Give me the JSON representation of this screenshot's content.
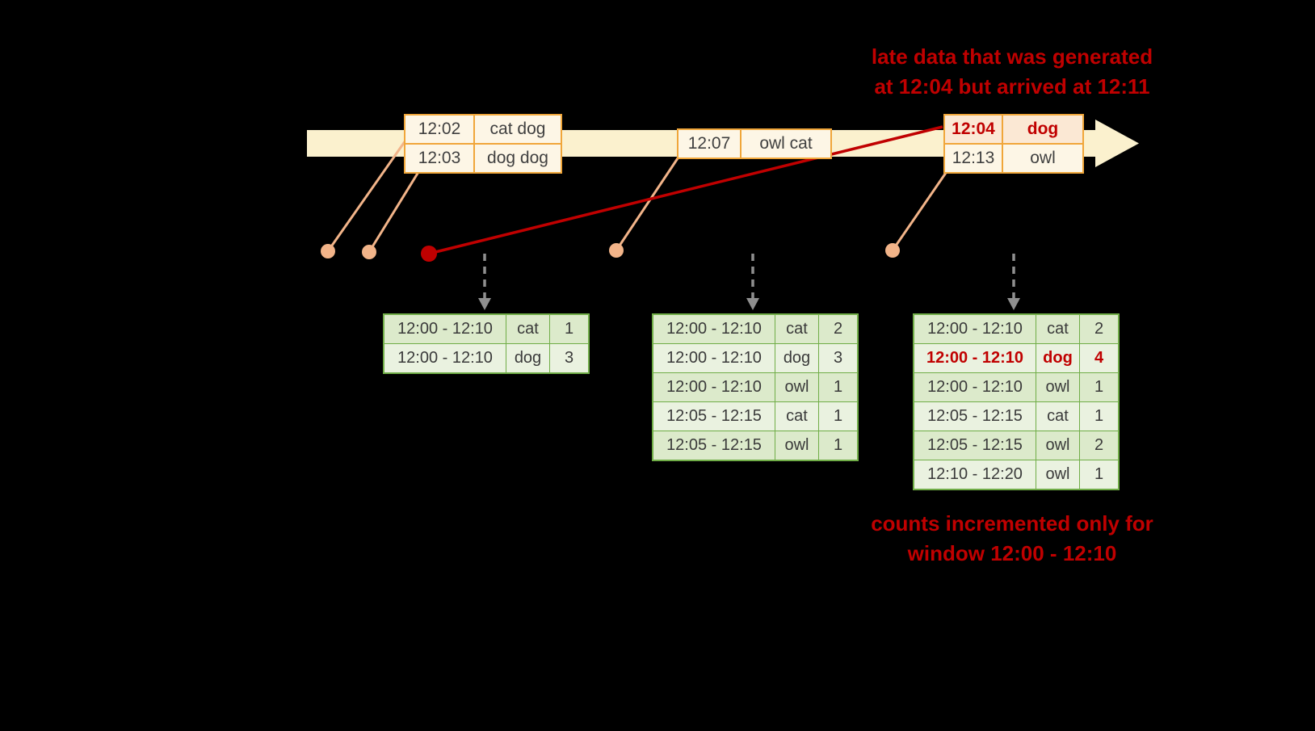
{
  "colors": {
    "background": "#000000",
    "timeline_fill": "#FBF1CE",
    "event_box_border": "#F0A63A",
    "event_box_fill": "#FDF6E6",
    "late_row_fill": "#FBE8D4",
    "connector_salmon": "#F2B489",
    "late_red": "#C00000",
    "trigger_arrow_gray": "#8F8F8F",
    "table_border_green": "#70AD47",
    "table_row_fill_a": "#DCEACB",
    "table_row_fill_b": "#EAF2E0",
    "text_dark": "#404040"
  },
  "annotations": {
    "late_data_line1": "late data that was generated",
    "late_data_line2": "at 12:04 but arrived at 12:11",
    "counts_line1": "counts incremented only for",
    "counts_line2": "window 12:00 - 12:10"
  },
  "event_boxes": [
    {
      "rows": [
        {
          "time": "12:02",
          "words": "cat dog"
        },
        {
          "time": "12:03",
          "words": "dog dog"
        }
      ]
    },
    {
      "rows": [
        {
          "time": "12:07",
          "words": "owl cat"
        }
      ]
    },
    {
      "rows": [
        {
          "time": "12:04",
          "words": "dog",
          "late": true
        },
        {
          "time": "12:13",
          "words": "owl"
        }
      ]
    }
  ],
  "result_tables": [
    {
      "rows": [
        {
          "window": "12:00 - 12:10",
          "word": "cat",
          "count": "1"
        },
        {
          "window": "12:00 - 12:10",
          "word": "dog",
          "count": "3"
        }
      ]
    },
    {
      "rows": [
        {
          "window": "12:00 - 12:10",
          "word": "cat",
          "count": "2"
        },
        {
          "window": "12:00 - 12:10",
          "word": "dog",
          "count": "3"
        },
        {
          "window": "12:00 - 12:10",
          "word": "owl",
          "count": "1"
        },
        {
          "window": "12:05 - 12:15",
          "word": "cat",
          "count": "1"
        },
        {
          "window": "12:05 - 12:15",
          "word": "owl",
          "count": "1"
        }
      ]
    },
    {
      "rows": [
        {
          "window": "12:00 - 12:10",
          "word": "cat",
          "count": "2"
        },
        {
          "window": "12:00 - 12:10",
          "word": "dog",
          "count": "4",
          "late": true
        },
        {
          "window": "12:00 - 12:10",
          "word": "owl",
          "count": "1"
        },
        {
          "window": "12:05 - 12:15",
          "word": "cat",
          "count": "1"
        },
        {
          "window": "12:05 - 12:15",
          "word": "owl",
          "count": "2"
        },
        {
          "window": "12:10 - 12:20",
          "word": "owl",
          "count": "1"
        }
      ]
    }
  ]
}
